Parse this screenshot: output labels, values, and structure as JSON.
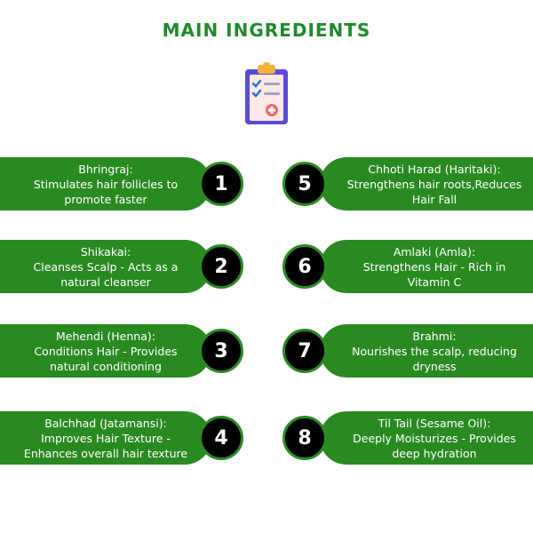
{
  "title": "MAIN INGREDIENTS",
  "icon": "clipboard-checklist-icon",
  "colors": {
    "accent": "#1f8a2a",
    "pill": "#2a8a22",
    "badge": "#000000"
  },
  "left": [
    {
      "num": "1",
      "name": "Bhringraj:",
      "desc1": "Stimulates hair follicles to",
      "desc2": "promote faster"
    },
    {
      "num": "2",
      "name": "Shikakai:",
      "desc1": "Cleanses Scalp - Acts as a",
      "desc2": "natural cleanser"
    },
    {
      "num": "3",
      "name": "Mehendi (Henna):",
      "desc1": "Conditions Hair - Provides",
      "desc2": "natural conditioning"
    },
    {
      "num": "4",
      "name": "Balchhad (Jatamansi):",
      "desc1": "Improves Hair Texture -",
      "desc2": "Enhances overall hair texture"
    }
  ],
  "right": [
    {
      "num": "5",
      "name": "Chhoti Harad (Haritaki):",
      "desc1": "Strengthens hair roots,Reduces",
      "desc2": "Hair Fall"
    },
    {
      "num": "6",
      "name": "Amlaki (Amla):",
      "desc1": "Strengthens Hair - Rich in",
      "desc2": "Vitamin C"
    },
    {
      "num": "7",
      "name": "Brahmi:",
      "desc1": "Nourishes the scalp, reducing",
      "desc2": "dryness"
    },
    {
      "num": "8",
      "name": "Til Tail (Sesame Oil):",
      "desc1": "Deeply Moisturizes - Provides",
      "desc2": "deep hydration"
    }
  ]
}
